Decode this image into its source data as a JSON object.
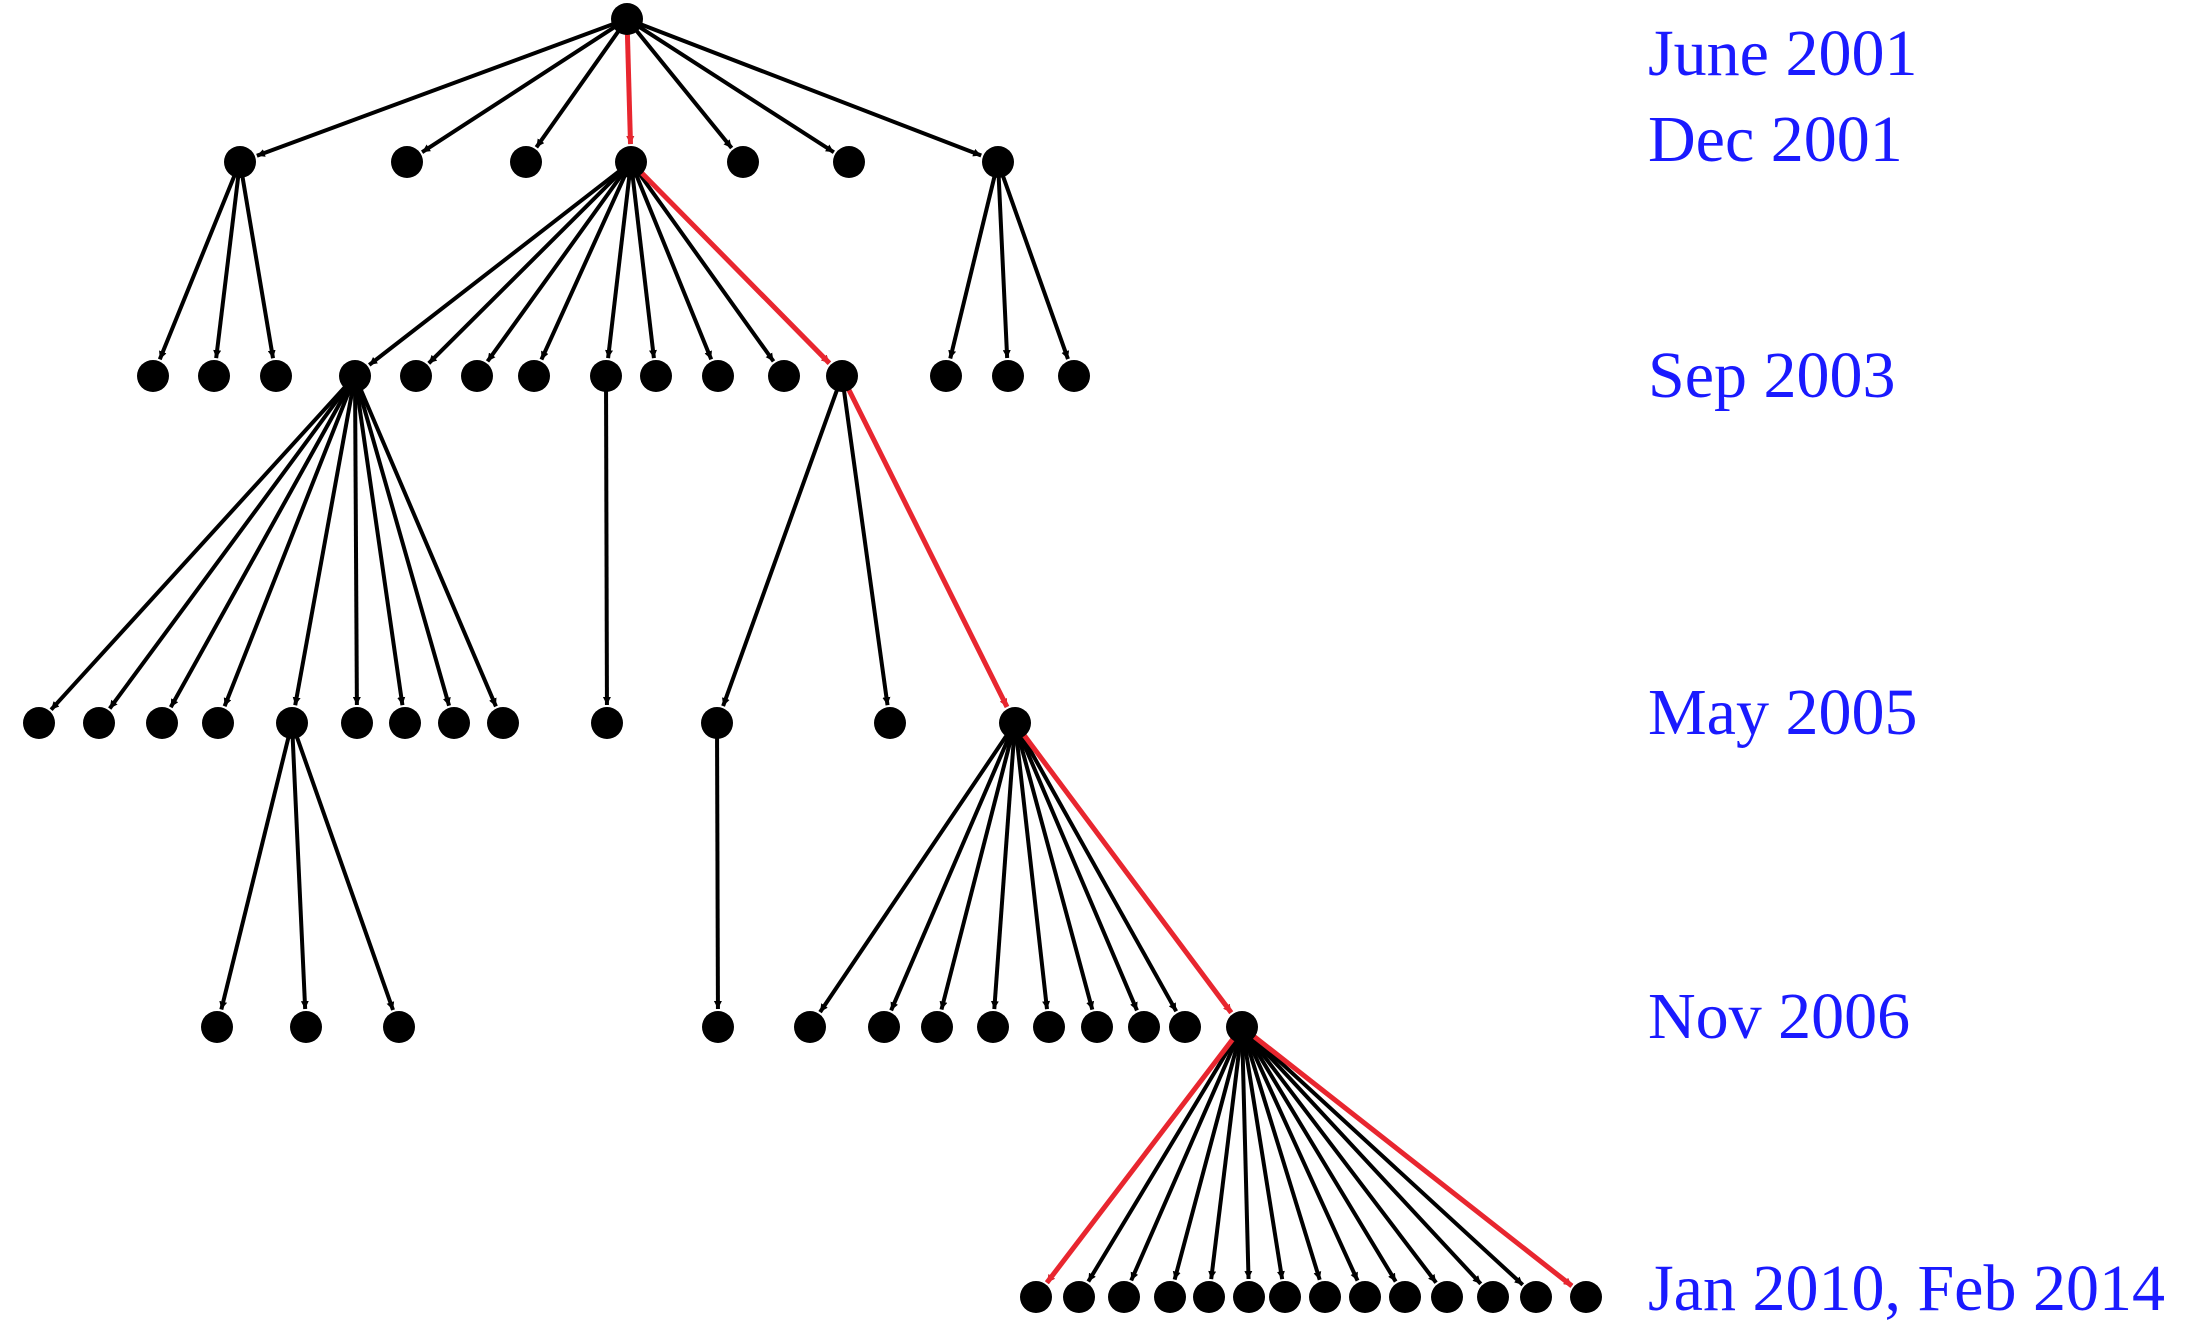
{
  "labels": [
    {
      "id": "june-2001",
      "text": "June 2001"
    },
    {
      "id": "dec-2001",
      "text": "Dec 2001"
    },
    {
      "id": "sep-2003",
      "text": "Sep 2003"
    },
    {
      "id": "may-2005",
      "text": "May 2005"
    },
    {
      "id": "nov-2006",
      "text": "Nov 2006"
    },
    {
      "id": "jan-2010-feb-2014",
      "text": "Jan 2010, Feb 2014"
    }
  ],
  "colors": {
    "edge": "#000000",
    "node": "#000000",
    "highlight": "#e8262f",
    "label": "#1a1aff"
  },
  "tree": {
    "children": [
      {
        "children": [
          {},
          {},
          {}
        ]
      },
      {},
      {},
      {
        "highlight": true,
        "children": [
          {
            "children": [
              {},
              {},
              {},
              {},
              {
                "children": [
                  {},
                  {},
                  {}
                ]
              },
              {},
              {},
              {},
              {}
            ]
          },
          {},
          {},
          {},
          {
            "children": [
              {}
            ]
          },
          {},
          {},
          {},
          {
            "highlight": true,
            "children": [
              {
                "children": [
                  {}
                ]
              },
              {},
              {
                "highlight": true,
                "children": [
                  {},
                  {},
                  {},
                  {},
                  {},
                  {},
                  {},
                  {},
                  {
                    "highlight": true,
                    "children": [
                      {
                        "highlight": true
                      },
                      {},
                      {},
                      {},
                      {},
                      {},
                      {},
                      {},
                      {},
                      {},
                      {},
                      {},
                      {},
                      {
                        "highlight": true
                      }
                    ]
                  }
                ]
              }
            ]
          }
        ]
      },
      {},
      {},
      {
        "children": [
          {},
          {},
          {}
        ]
      }
    ]
  }
}
